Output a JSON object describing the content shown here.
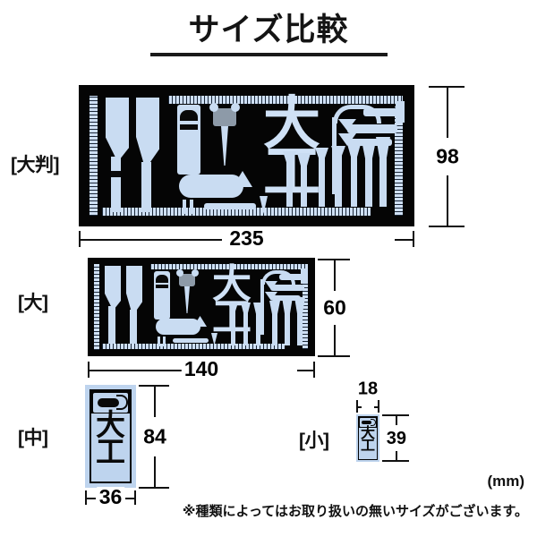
{
  "header": {
    "title": "サイズ比較",
    "underline": true
  },
  "unit_label": "(mm)",
  "footnote": "※種類によってはお取り扱いの無いサイズがございます。",
  "colors": {
    "background": "#ffffff",
    "text": "#111111",
    "sticker_black": "#050505",
    "sticker_light_blue": "#c9dcf2",
    "sticker_frame_blue": "#bed4ee",
    "tool_grey": "#8d9aa8"
  },
  "product_kanji": "大工",
  "items": [
    {
      "size_label": "[大判]",
      "orientation": "landscape",
      "width_mm": "235",
      "height_mm": "98",
      "artwork": "carpenter-tools-black-sticker"
    },
    {
      "size_label": "[大]",
      "orientation": "landscape",
      "width_mm": "140",
      "height_mm": "60",
      "artwork": "carpenter-tools-black-sticker"
    },
    {
      "size_label": "[中]",
      "orientation": "portrait",
      "width_mm": "36",
      "height_mm": "84",
      "artwork": "carpenter-kanji-vertical-sticker"
    },
    {
      "size_label": "[小]",
      "orientation": "portrait",
      "width_mm": "18",
      "height_mm": "39",
      "artwork": "carpenter-kanji-vertical-sticker"
    }
  ]
}
